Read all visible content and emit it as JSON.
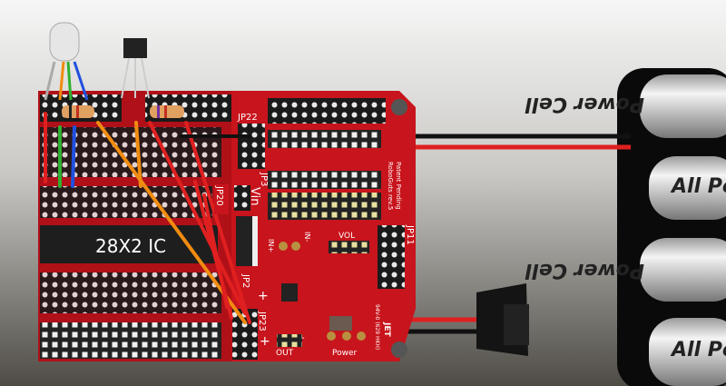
{
  "scene": {
    "ic_label": "28X2 IC",
    "silkscreen": {
      "jp22": "JP22",
      "jp3": "JP3",
      "jp20": "JP20",
      "vin": "Vin",
      "jp2": "JP2",
      "jp23": "JP23",
      "jp11": "JP11",
      "in_plus": "IN+",
      "in_minus": "IN-",
      "vol": "VOL",
      "out": "OUT",
      "power": "Power",
      "plus": "+",
      "minus": "-",
      "board_name": "RoboGuts rev.5",
      "patent": "Patent Pending",
      "fab_code": "94V-0 (629 HKH)",
      "brand": "JET"
    },
    "battery_labels": [
      "Power Cell",
      "All Power",
      "Power Cell",
      "All Power"
    ],
    "colors": {
      "board": "#c8141c",
      "proto_board": "#b01018",
      "background_top": "#f4f4f4",
      "background_bottom": "#55524c",
      "wire_red": "#e02020",
      "wire_orange": "#f08c10",
      "wire_green": "#30b030",
      "wire_blue": "#2050e0",
      "wire_black": "#111111"
    }
  }
}
